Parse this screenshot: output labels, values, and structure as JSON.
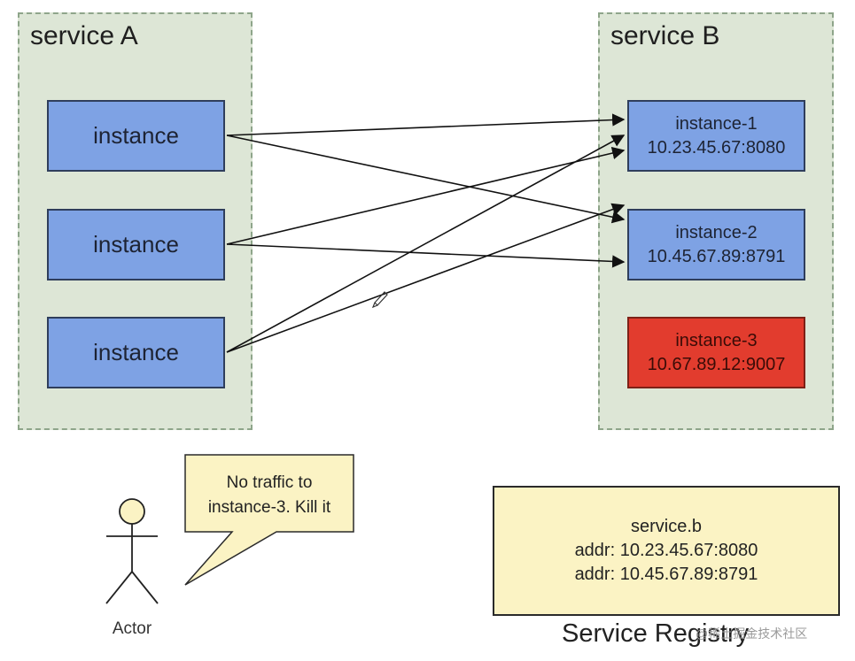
{
  "service_a": {
    "title": "service A",
    "instances": [
      {
        "label": "instance"
      },
      {
        "label": "instance"
      },
      {
        "label": "instance"
      }
    ]
  },
  "service_b": {
    "title": "service B",
    "instances": [
      {
        "name": "instance-1",
        "addr": "10.23.45.67:8080",
        "state": "alive"
      },
      {
        "name": "instance-2",
        "addr": "10.45.67.89:8791",
        "state": "alive"
      },
      {
        "name": "instance-3",
        "addr": "10.67.89.12:9007",
        "state": "dead"
      }
    ]
  },
  "actor": {
    "label": "Actor",
    "speech_line1": "No traffic to",
    "speech_line2": "instance-3. Kill it"
  },
  "registry": {
    "title": "Service Registry",
    "service": "service.b",
    "entries": [
      "addr: 10.23.45.67:8080",
      "addr: 10.45.67.89:8791"
    ]
  },
  "watermark": "@稀土掘金技术社区",
  "connections": [
    {
      "from": 0,
      "to": 0
    },
    {
      "from": 0,
      "to": 1
    },
    {
      "from": 1,
      "to": 0
    },
    {
      "from": 1,
      "to": 1
    },
    {
      "from": 2,
      "to": 0
    },
    {
      "from": 2,
      "to": 1
    }
  ],
  "colors": {
    "group_bg": "#dde6d6",
    "instance_blue": "#7ea2e4",
    "dead_red": "#e23c2e",
    "note_yellow": "#fbf3c4"
  }
}
